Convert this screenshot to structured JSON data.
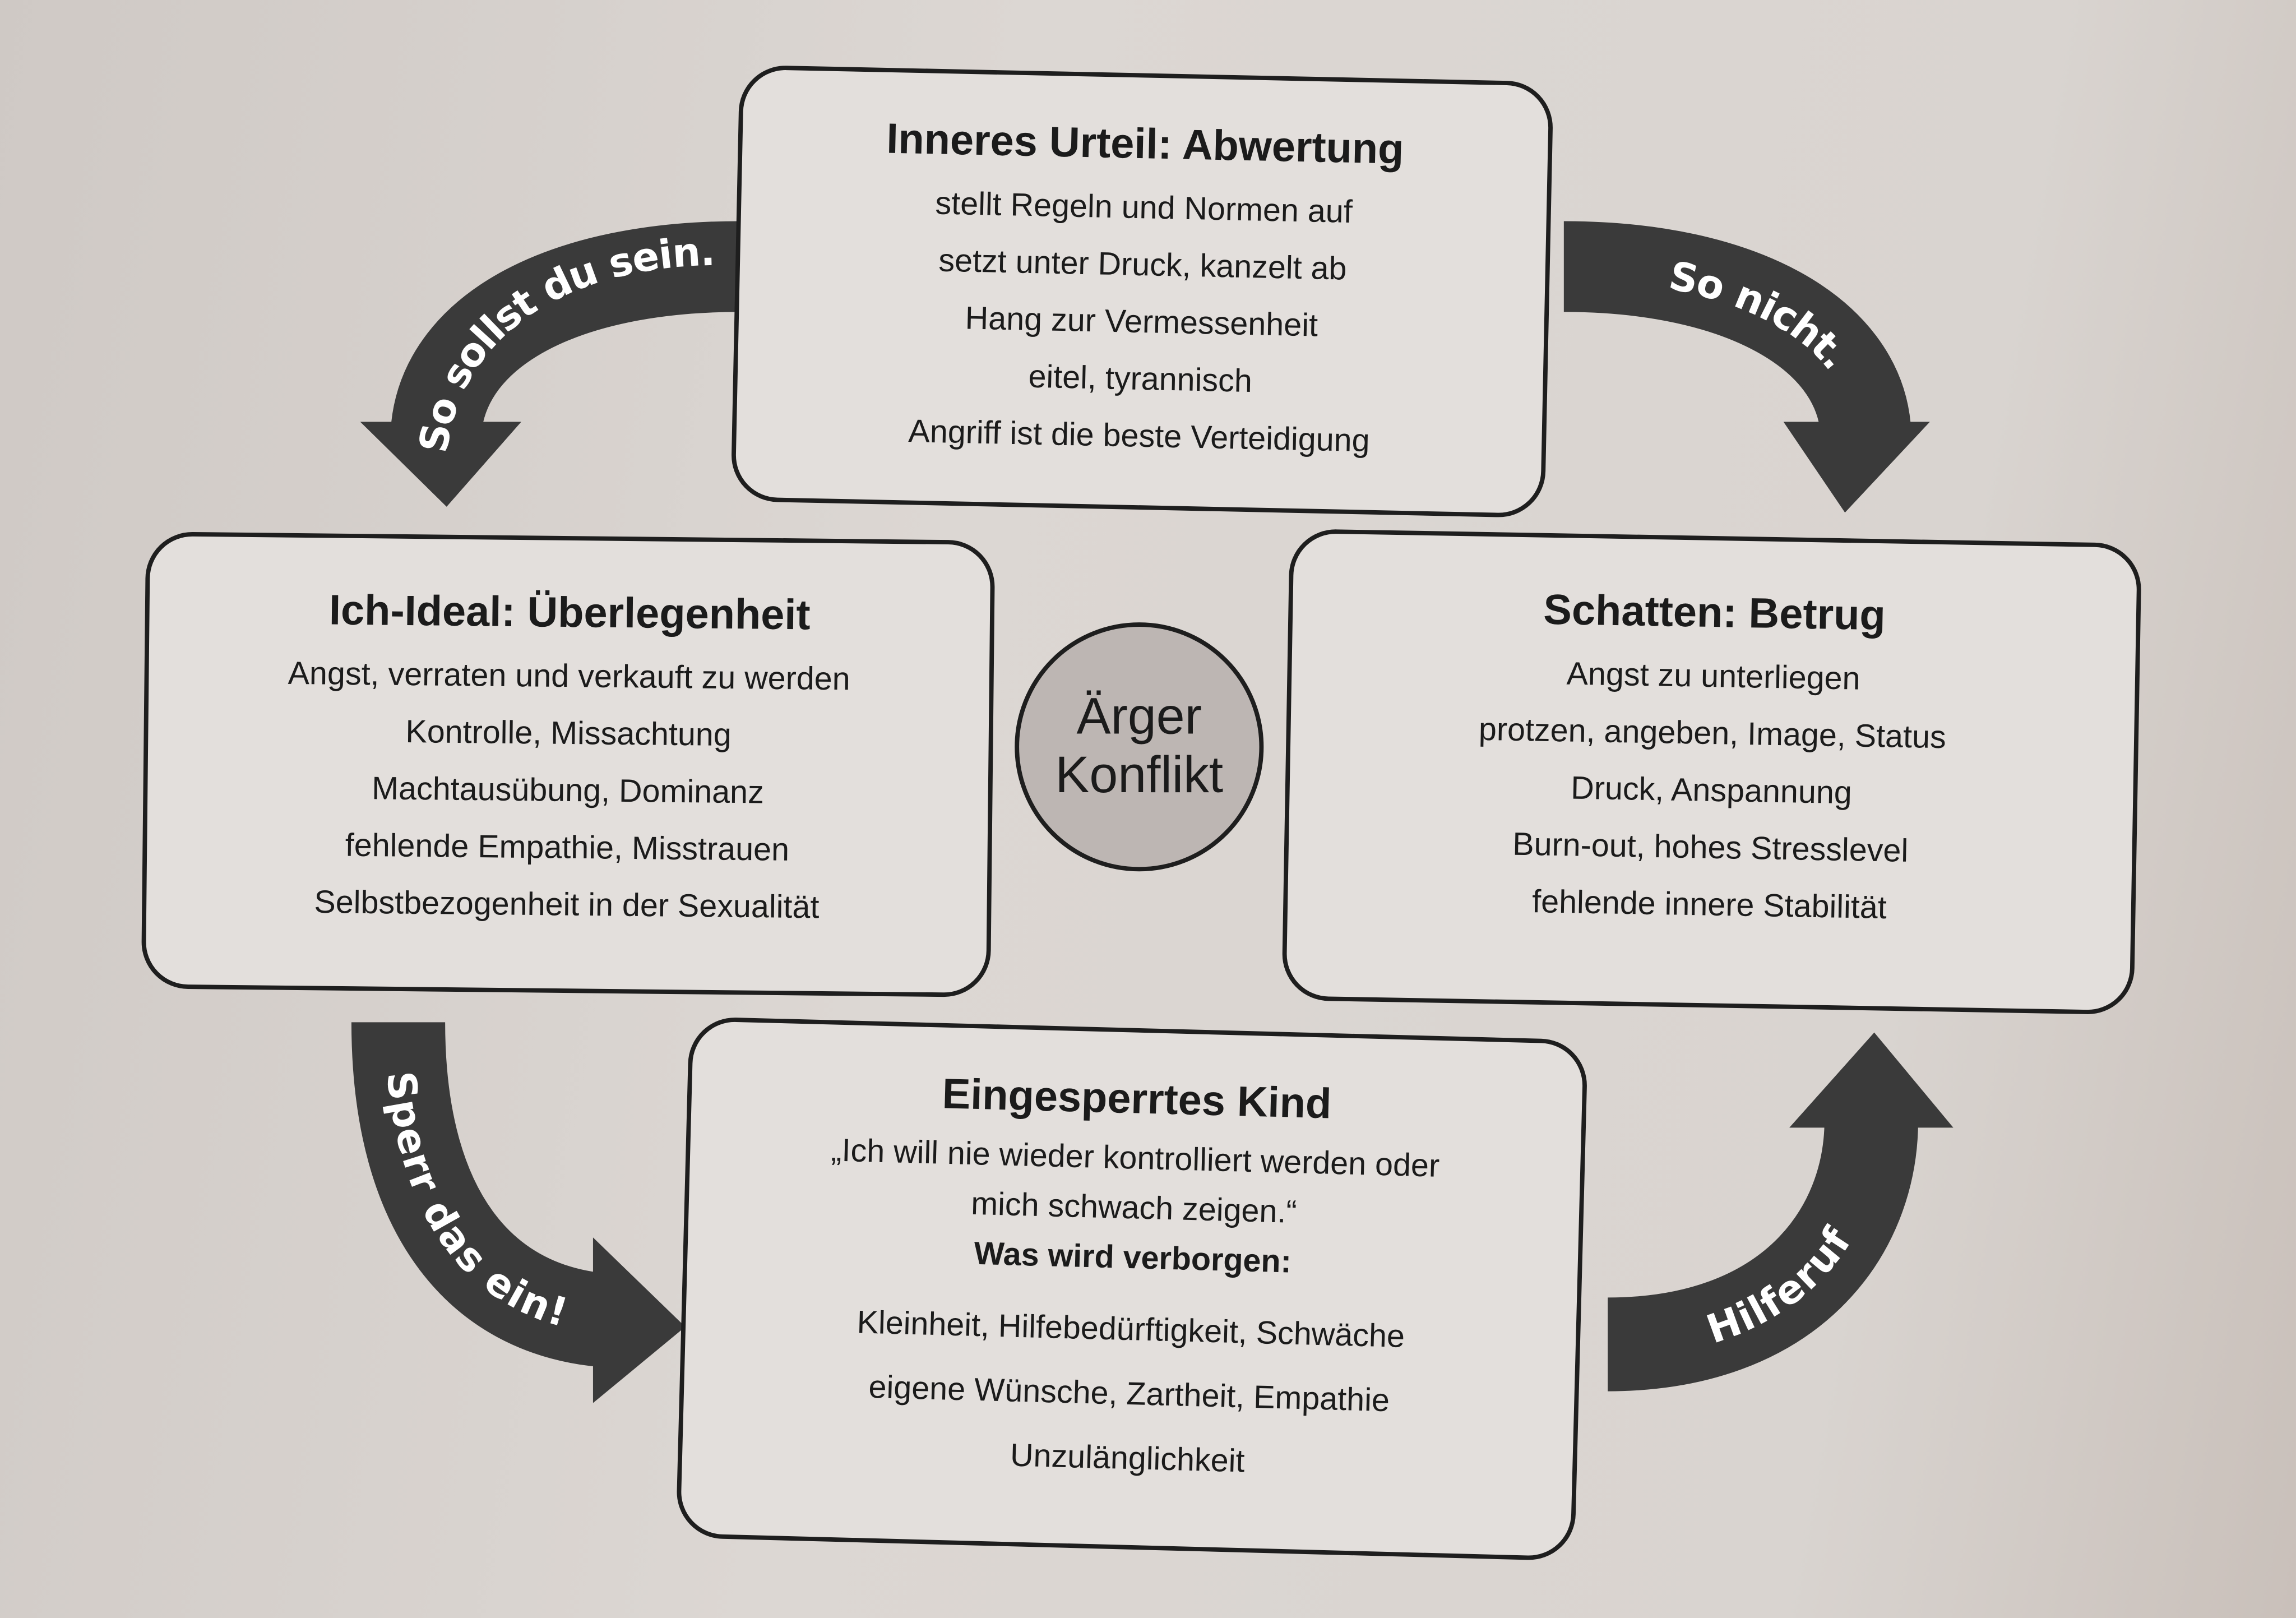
{
  "center": {
    "line1": "Ärger",
    "line2": "Konflikt"
  },
  "boxes": {
    "top": {
      "title": "Inneres Urteil: Abwertung",
      "lines": [
        "stellt Regeln und Normen auf",
        "setzt unter Druck, kanzelt ab",
        "Hang zur Vermessenheit",
        "eitel, tyrannisch",
        "Angriff ist die beste Verteidigung"
      ]
    },
    "left": {
      "title": "Ich-Ideal: Überlegenheit",
      "lines": [
        "Angst, verraten und verkauft zu werden",
        "Kontrolle, Missachtung",
        "Machtausübung, Dominanz",
        "fehlende Empathie, Misstrauen",
        "Selbstbezogenheit in der Sexualität"
      ]
    },
    "right": {
      "title": "Schatten: Betrug",
      "lines": [
        "Angst zu unterliegen",
        "protzen, angeben, Image, Status",
        "Druck, Anspannung",
        "Burn-out, hohes Stresslevel",
        "fehlende innere Stabilität"
      ]
    },
    "bottom": {
      "title": "Eingesperrtes Kind",
      "quote1": "„Ich will nie wieder kontrolliert werden oder",
      "quote2": "mich schwach zeigen.“",
      "subtitle": "Was wird verborgen:",
      "lines": [
        "Kleinheit, Hilfebedürftigkeit, Schwäche",
        "eigene Wünsche, Zartheit, Empathie",
        "Unzulänglichkeit"
      ]
    }
  },
  "arrows": {
    "top_left": "So sollst du sein.",
    "top_right": "So nicht.",
    "bottom_left": "Sperr das ein!",
    "bottom_right": "Hilferuf"
  },
  "colors": {
    "arrow": "#3a3a3a",
    "box_fill": "#e3dfdc",
    "circle_fill": "#bdb6b3",
    "paper": "#d6d0cc"
  }
}
